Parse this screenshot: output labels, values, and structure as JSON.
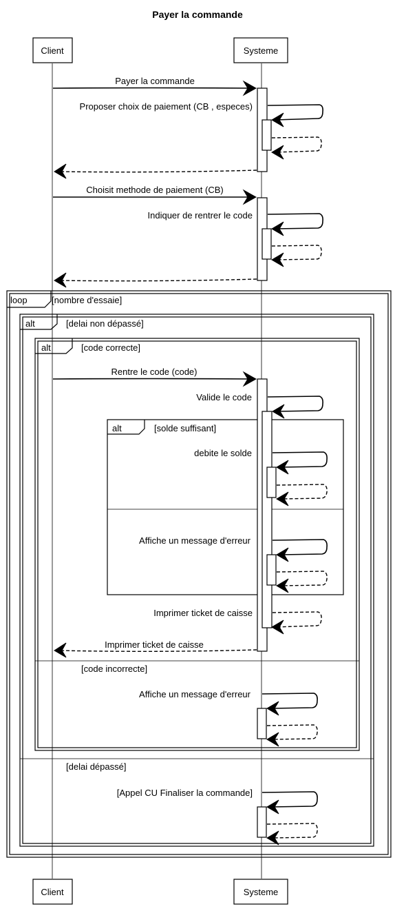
{
  "title": "Payer la commande",
  "participants": {
    "client": "Client",
    "systeme": "Systeme"
  },
  "messages": {
    "payer": "Payer la commande",
    "proposer": "Proposer choix de paiement (CB , especes)",
    "choisit": "Choisit methode de paiement (CB)",
    "indiquer": "Indiquer de rentrer le code",
    "rentre_code": "Rentre le code (code)",
    "valide_code": "Valide le code",
    "debite": "debite le solde",
    "erreur_solde": "Affiche un message d'erreur",
    "imprimer_self": "Imprimer ticket de caisse",
    "imprimer_return": "Imprimer ticket de caisse",
    "erreur_code": "Affiche un message d'erreur",
    "appel_cu": "[Appel CU Finaliser la commande]"
  },
  "fragments": {
    "loop": {
      "keyword": "loop",
      "guard": "[nombre d'essaie]"
    },
    "alt_delai": {
      "keyword": "alt",
      "guard": "[delai non dépassé]",
      "else_guard": "[delai dépassé]"
    },
    "alt_code": {
      "keyword": "alt",
      "guard": "[code correcte]",
      "else_guard": "[code incorrecte]"
    },
    "alt_solde": {
      "keyword": "alt",
      "guard": "[solde suffisant]"
    }
  }
}
